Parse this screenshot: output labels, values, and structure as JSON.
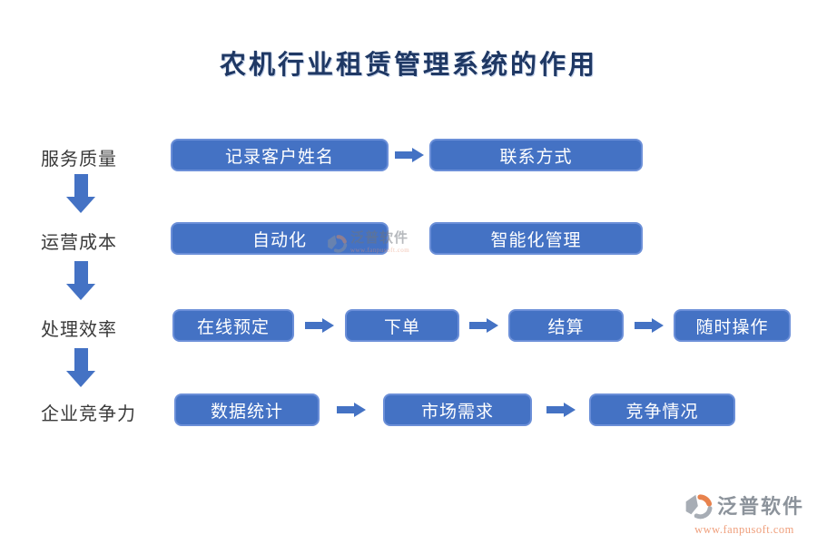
{
  "title": "农机行业租赁管理系统的作用",
  "rows": [
    {
      "label": "服务质量",
      "boxes": [
        "记录客户姓名",
        "联系方式"
      ]
    },
    {
      "label": "运营成本",
      "boxes": [
        "自动化",
        "智能化管理"
      ]
    },
    {
      "label": "处理效率",
      "boxes": [
        "在线预定",
        "下单",
        "结算",
        "随时操作"
      ]
    },
    {
      "label": "企业竞争力",
      "boxes": [
        "数据统计",
        "市场需求",
        "竞争情况"
      ]
    }
  ],
  "watermark": {
    "brand": "泛普软件",
    "url": "www.fanpusoft.com"
  },
  "footer": {
    "brand": "泛普软件",
    "url": "www.fanpusoft.com"
  },
  "icons": {
    "logo": "fanpu-logo-icon",
    "right_arrow": "right-arrow-icon",
    "down_arrow": "down-arrow-icon"
  },
  "colors": {
    "box_fill": "#4472C4",
    "box_border": "#6B8FD8",
    "arrow": "#4472C4",
    "title_text": "#1F3864",
    "label_text": "#3A3A3A",
    "brand_grey": "#8C939B",
    "brand_orange": "#E8824D",
    "url_salmon": "#EF9F7C"
  }
}
